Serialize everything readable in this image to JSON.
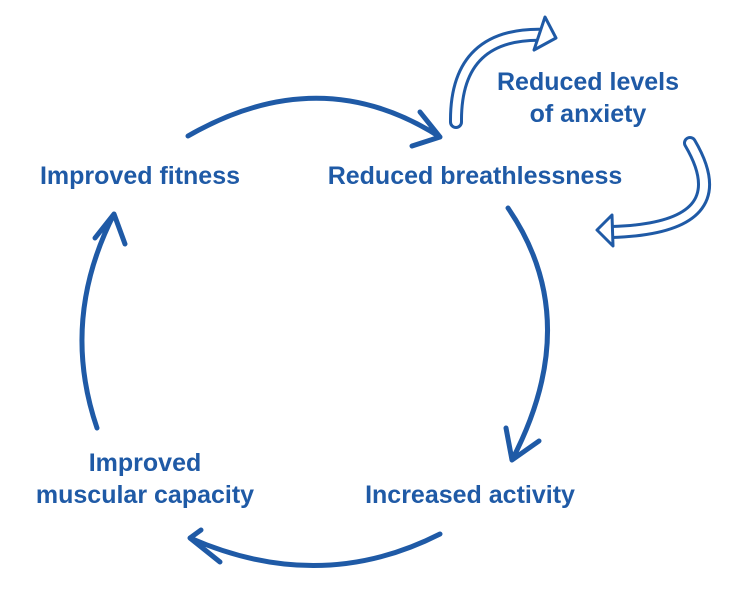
{
  "diagram": {
    "accent_color": "#1f5aa6",
    "nodes": {
      "improved_fitness": "Improved fitness",
      "reduced_breathlessness": "Reduced breathlessness",
      "reduced_anxiety": {
        "line1": "Reduced levels",
        "line2": "of anxiety"
      },
      "increased_activity": "Increased activity",
      "improved_muscular_capacity": {
        "line1": "Improved",
        "line2": "muscular capacity"
      }
    },
    "arrows": [
      {
        "from": "improved_fitness",
        "to": "reduced_breathlessness",
        "style": "solid"
      },
      {
        "from": "reduced_breathlessness",
        "to": "increased_activity",
        "style": "solid"
      },
      {
        "from": "increased_activity",
        "to": "improved_muscular_capacity",
        "style": "solid"
      },
      {
        "from": "improved_muscular_capacity",
        "to": "improved_fitness",
        "style": "solid"
      },
      {
        "from": "reduced_breathlessness",
        "to": "reduced_anxiety",
        "style": "outlined"
      },
      {
        "from": "reduced_anxiety",
        "to": "reduced_breathlessness",
        "style": "outlined"
      }
    ]
  }
}
